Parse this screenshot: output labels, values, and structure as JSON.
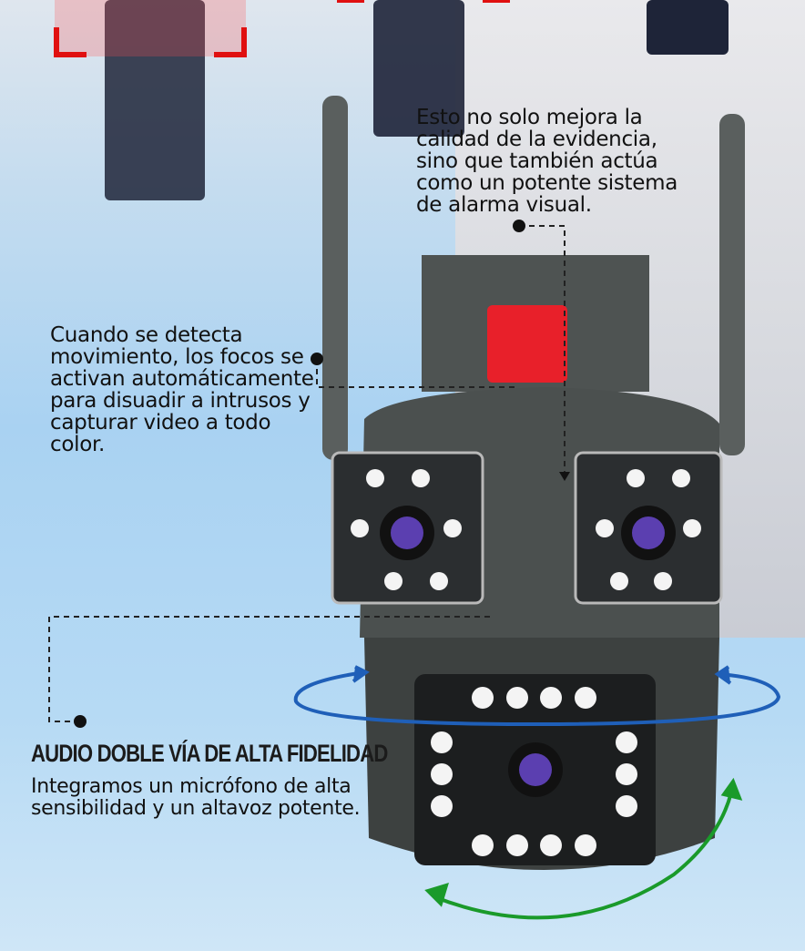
{
  "callouts": {
    "top_right": "Esto no solo mejora la calidad de la evidencia, sino que también actúa como un potente sistema de alarma visual.",
    "left": "Cuando se detecta movimiento, los focos se activan automáticamente para disuadir a intrusos y capturar video a todo color.",
    "audio_title": "AUDIO DOBLE VÍA DE ALTA FIDELIDAD",
    "audio_body": "Integramos un micrófono de alta sensibilidad y un altavoz potente."
  },
  "colors": {
    "rotate_blue": "#1f5fb8",
    "rotate_green": "#1a9a2a",
    "alarm_red": "#e8202a",
    "detect_box": "#e01010"
  }
}
